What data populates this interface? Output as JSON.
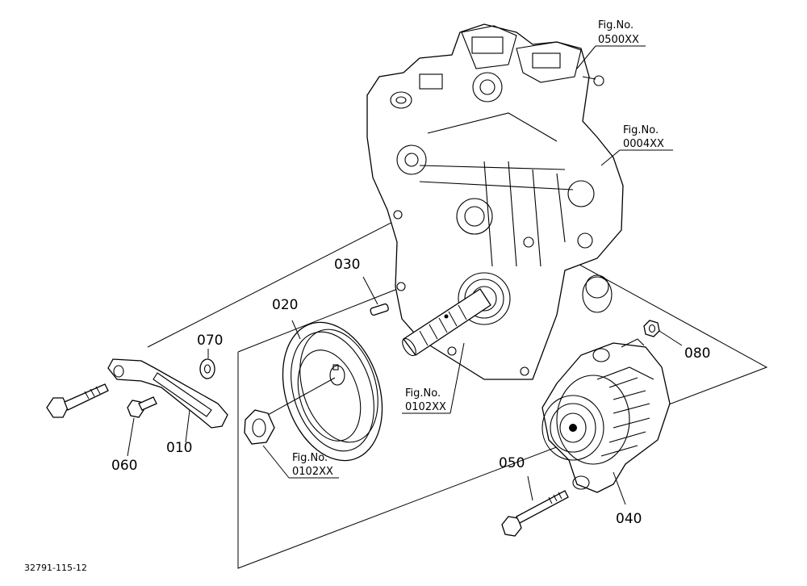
{
  "part_labels": {
    "p010": "010",
    "p020": "020",
    "p030": "030",
    "p040": "040",
    "p050": "050",
    "p060": "060",
    "p070": "070",
    "p080": "080"
  },
  "figure_refs": {
    "fig0500": {
      "line1": "Fig.No.",
      "line2": "0500XX"
    },
    "fig0004": {
      "line1": "Fig.No.",
      "line2": "0004XX"
    },
    "fig0102_shaft": {
      "line1": "Fig.No.",
      "line2": "0102XX"
    },
    "fig0102_nut": {
      "line1": "Fig.No.",
      "line2": "0102XX"
    }
  },
  "document_id": "32791-115-12",
  "colors": {
    "line": "#000000",
    "background": "#ffffff"
  }
}
